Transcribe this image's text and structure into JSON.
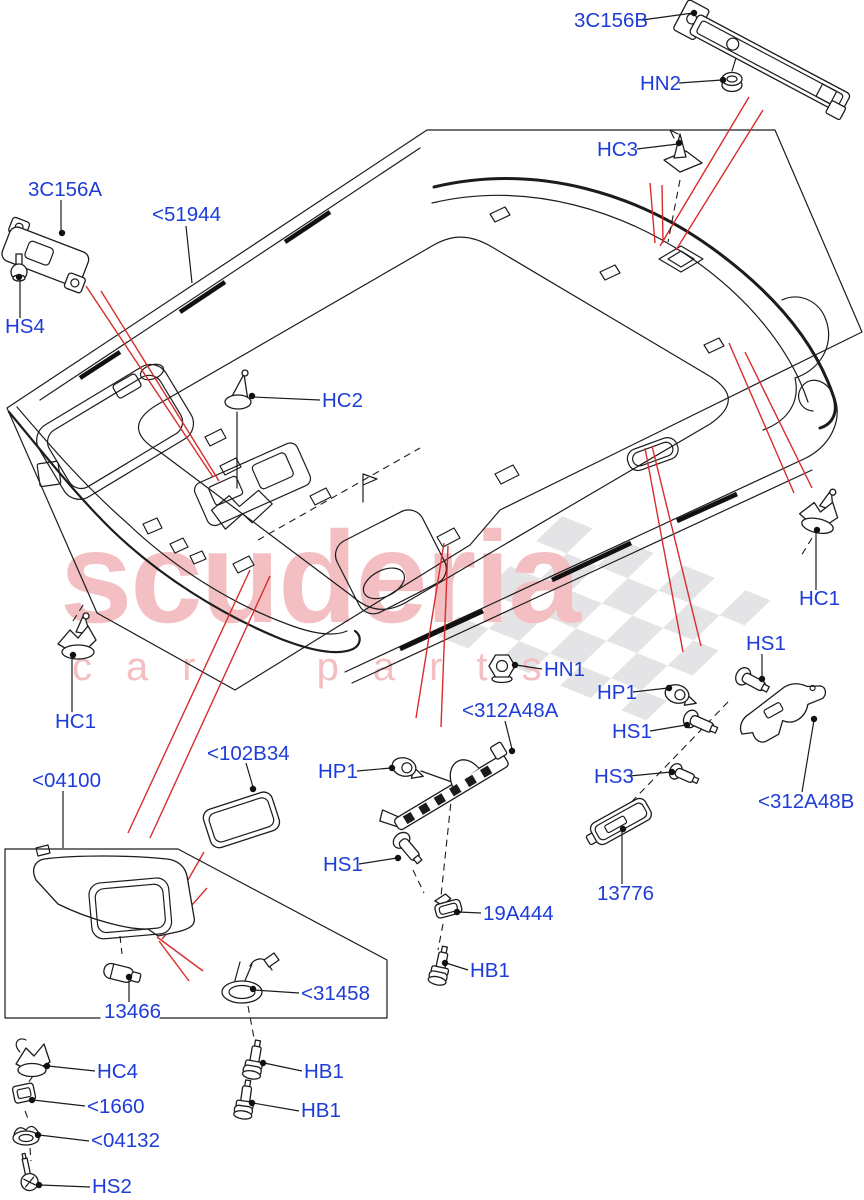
{
  "watermark": {
    "brand": "scuderia",
    "tagline": "car parts"
  },
  "colors": {
    "label_blue": "#1e3cd8",
    "leader_red": "#d92c2c",
    "watermark_pink": "#f3bfc2",
    "checker_gray": "#d9d9de",
    "line_black": "#1c1c1c"
  },
  "parts": [
    {
      "code": "3C156A"
    },
    {
      "code": "<51944"
    },
    {
      "code": "HS4"
    },
    {
      "code": "3C156B"
    },
    {
      "code": "HN2"
    },
    {
      "code": "HC3"
    },
    {
      "code": "HC2"
    },
    {
      "code": "HC1"
    },
    {
      "code": "HC1"
    },
    {
      "code": "HN1"
    },
    {
      "code": "HP1"
    },
    {
      "code": "HS1"
    },
    {
      "code": "HS1"
    },
    {
      "code": "HS3"
    },
    {
      "code": "<312A48A"
    },
    {
      "code": "<312A48B"
    },
    {
      "code": "13776"
    },
    {
      "code": "HP1"
    },
    {
      "code": "HS1"
    },
    {
      "code": "<102B34"
    },
    {
      "code": "<04100"
    },
    {
      "code": "19A444"
    },
    {
      "code": "HB1"
    },
    {
      "code": "13466"
    },
    {
      "code": "<31458"
    },
    {
      "code": "HC4"
    },
    {
      "code": "<1660"
    },
    {
      "code": "<04132"
    },
    {
      "code": "HS2"
    },
    {
      "code": "HB1"
    },
    {
      "code": "HB1"
    }
  ]
}
